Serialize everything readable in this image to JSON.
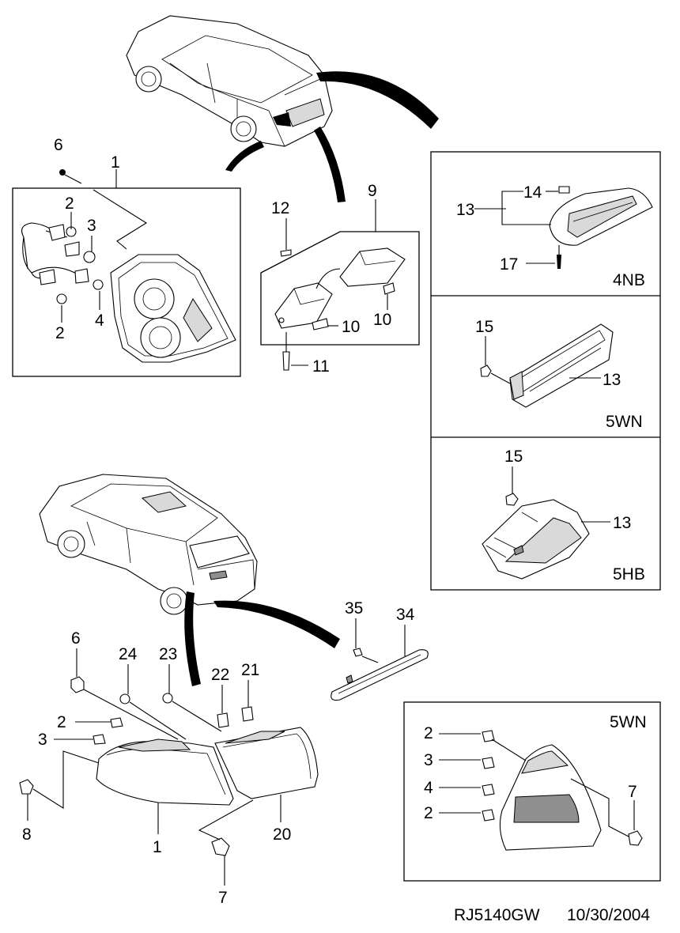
{
  "labels": {
    "top_lamp": {
      "c6": "6",
      "c1": "1",
      "c2a": "2",
      "c3": "3",
      "c4": "4",
      "c2b": "2"
    },
    "plate": {
      "c12": "12",
      "c9": "9",
      "c10a": "10",
      "c10b": "10",
      "c11": "11"
    },
    "hm_4nb": {
      "c14": "14",
      "c13": "13",
      "c17": "17",
      "variant": "4NB"
    },
    "hm_5wn": {
      "c15": "15",
      "c13": "13",
      "variant": "5WN"
    },
    "hm_5hb": {
      "c15": "15",
      "c13": "13",
      "variant": "5HB"
    },
    "reflector": {
      "c35": "35",
      "c34": "34"
    },
    "bottom_lamp": {
      "c6": "6",
      "c24": "24",
      "c23": "23",
      "c22": "22",
      "c21": "21",
      "c2": "2",
      "c3": "3",
      "c8": "8",
      "c1": "1",
      "c20": "20",
      "c7": "7"
    },
    "wagon_inset": {
      "variant": "5WN",
      "c2a": "2",
      "c3": "3",
      "c4": "4",
      "c2b": "2",
      "c7": "7"
    }
  },
  "footer": {
    "code": "RJ5140GW",
    "date": "10/30/2004"
  }
}
